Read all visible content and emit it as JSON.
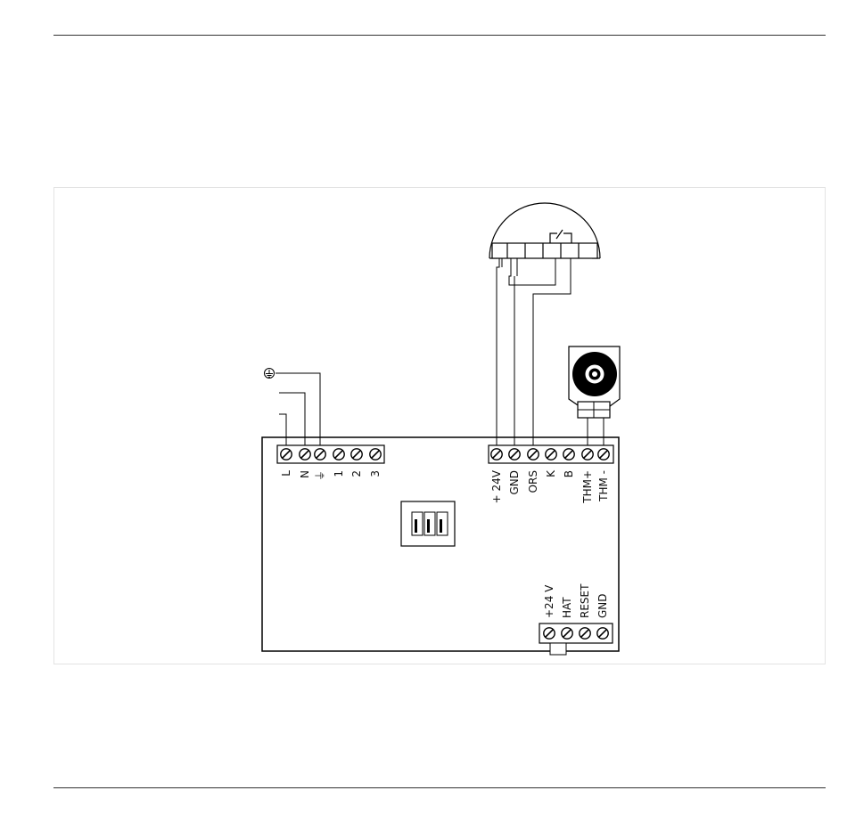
{
  "diagram": {
    "mains_terminals": [
      "L",
      "N",
      "⏚",
      "1",
      "2",
      "3"
    ],
    "sensor_terminals": [
      "+ 24V",
      "GND",
      "ORS",
      "K",
      "B",
      "THM+",
      "THM -"
    ],
    "bottom_terminals": [
      "+24 V",
      "HAT",
      "RESET",
      "GND"
    ],
    "earth_symbol": "⏚"
  }
}
